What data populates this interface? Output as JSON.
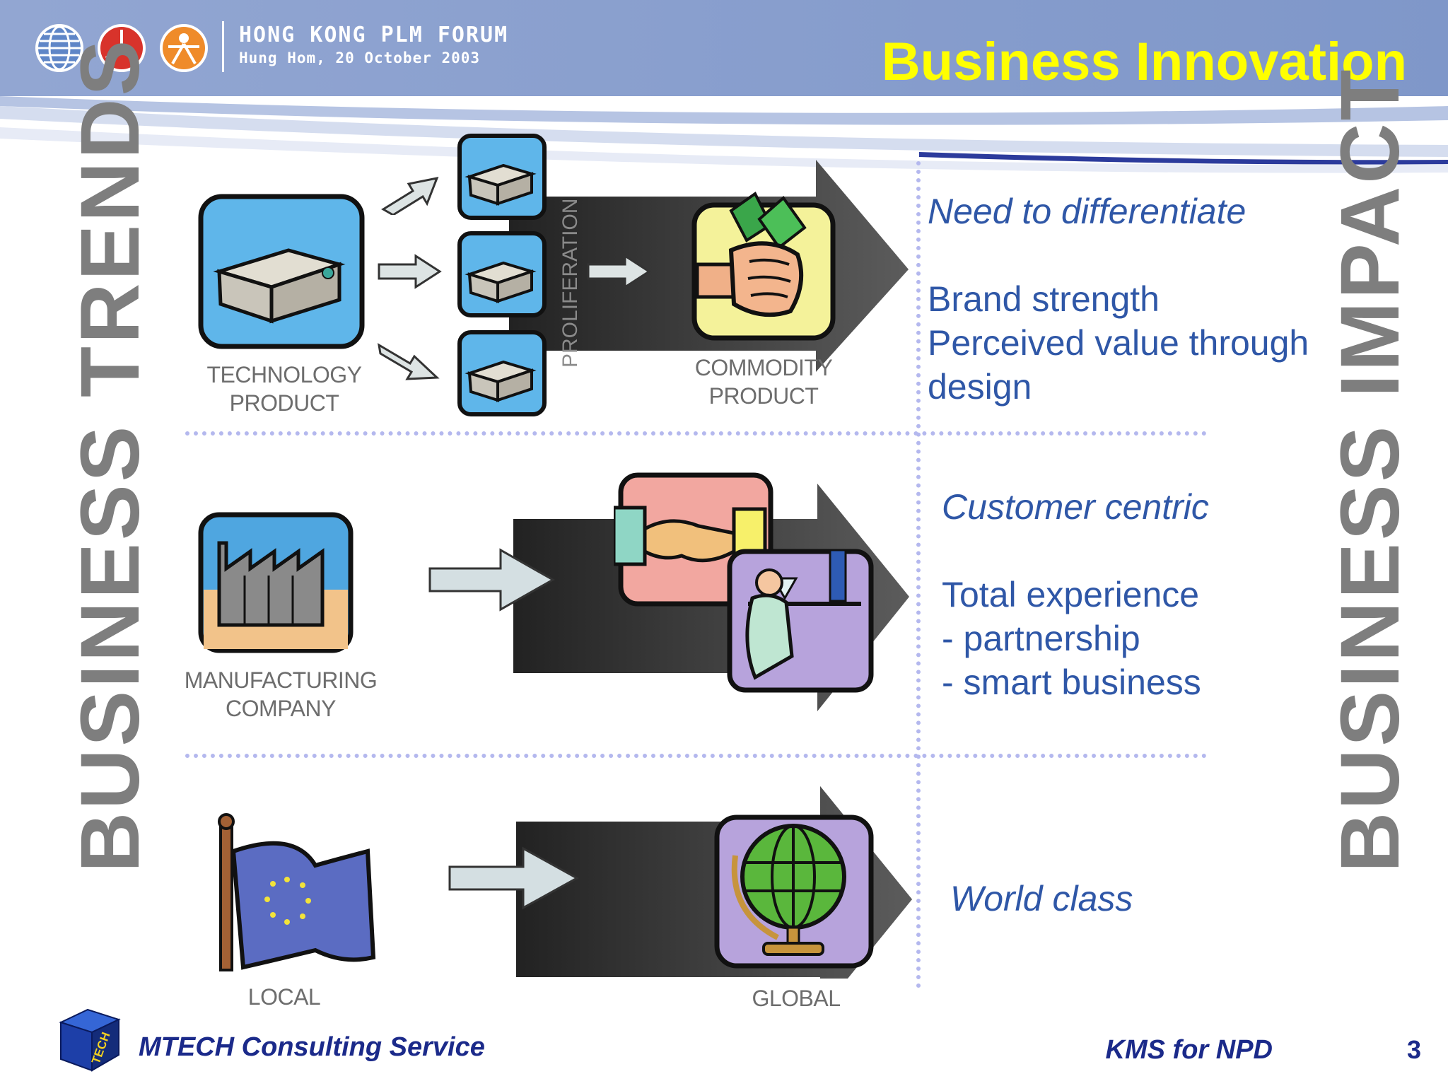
{
  "header": {
    "forum_title": "HONG KONG PLM FORUM",
    "forum_subtitle": "Hung Hom, 20 October 2003",
    "slide_title": "Business Innovation"
  },
  "side_labels": {
    "left": "BUSINESS TRENDS",
    "right": "BUSINESS IMPACT"
  },
  "rows": [
    {
      "from_label": "TECHNOLOGY\nPRODUCT",
      "middle_label": "PROLIFERATION",
      "to_label": "COMMODITY\nPRODUCT",
      "impact_title": "Need to differentiate",
      "impact_lines": "Brand strength\nPerceived value through\ndesign"
    },
    {
      "from_label": "MANUFACTURING\nCOMPANY",
      "impact_title": "Customer centric",
      "impact_lines": "Total experience\n- partnership\n- smart business"
    },
    {
      "from_label": "LOCAL",
      "to_label": "GLOBAL",
      "impact_title": "World class"
    }
  ],
  "footer": {
    "company": "MTECH Consulting Service",
    "logo_letters": "TECH",
    "topic": "KMS for NPD",
    "page_number": "3"
  },
  "colors": {
    "header_band": "#8ba2cf",
    "title_yellow": "#ffff00",
    "impact_blue": "#2f57a7",
    "divider": "#b4b8ee",
    "footer_navy": "#1b2a8a"
  }
}
